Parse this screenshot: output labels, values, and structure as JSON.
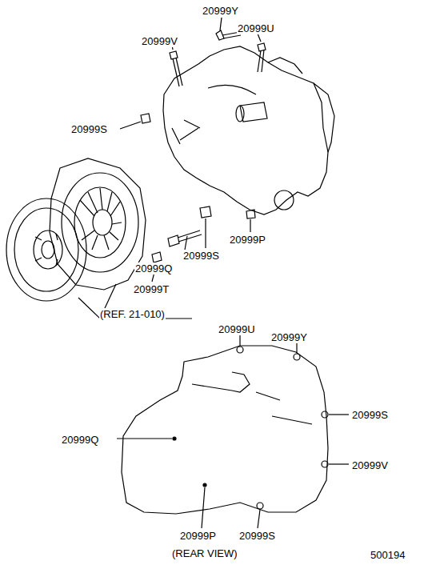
{
  "diagram": {
    "labels": [
      "20999Y",
      "20999V",
      "20999U",
      "20999S",
      "20999S",
      "20999P",
      "20999Q",
      "20999T",
      "(REF. 21-010)",
      "20999U",
      "20999Y",
      "20999S",
      "20999Q",
      "20999V",
      "20999P",
      "20999S",
      "(REAR VIEW)",
      "500194"
    ]
  }
}
